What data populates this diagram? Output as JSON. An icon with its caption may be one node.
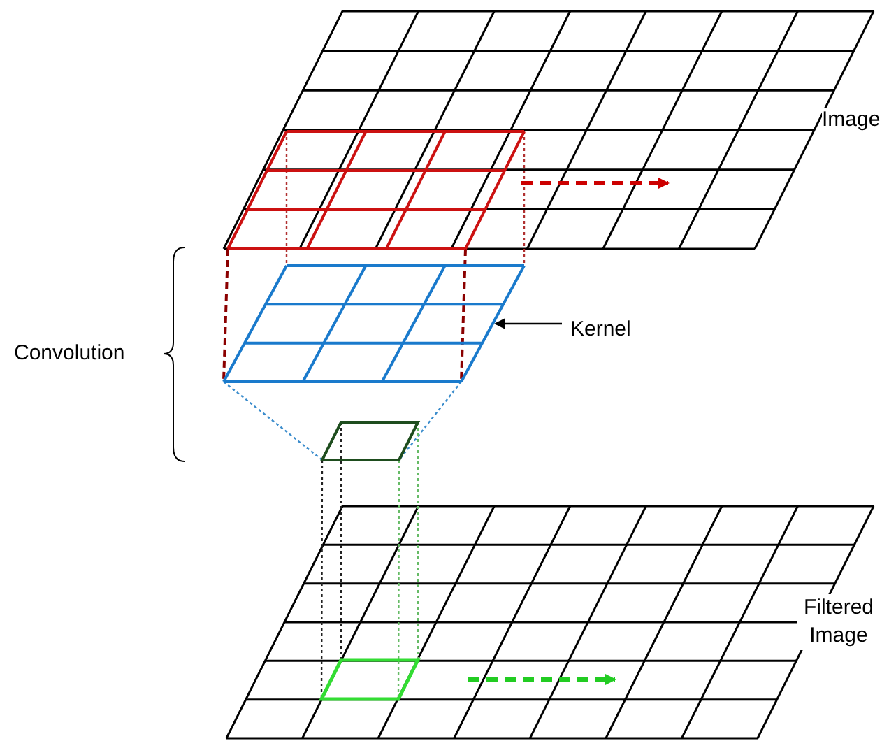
{
  "diagram": {
    "nodes": [
      {
        "text": [],
        "shape": "grid"
      },
      {
        "text": [
          "Kernel"
        ]
      },
      {
        "text": [],
        "shape": "grid"
      },
      {
        "text": [],
        "shape": "box"
      },
      {
        "text": [],
        "shape": "box"
      }
    ],
    "edges": [
      {
        "from": 0,
        "to": 2,
        "arrow": "none",
        "style": "dashed",
        "color": "#b03030"
      },
      {
        "from": 0,
        "to": 2,
        "arrow": "none",
        "style": "dashed",
        "color": "#b03030"
      },
      {
        "from": 0,
        "to": 2,
        "arrow": "none",
        "style": "dashed",
        "color": "#8b0000"
      },
      {
        "from": 0,
        "to": 2,
        "arrow": "none",
        "style": "dashed",
        "color": "#8b0000"
      },
      {
        "from": 1,
        "to": 2,
        "arrow": "to",
        "color": "#000000"
      },
      {
        "from": 2,
        "to": 3,
        "arrow": "none",
        "style": "dashed",
        "color": "#3a8ccc"
      },
      {
        "from": 2,
        "to": 3,
        "arrow": "none",
        "style": "dashed",
        "color": "#3a8ccc"
      },
      {
        "from": 3,
        "to": 4,
        "arrow": "none",
        "style": "dashed",
        "color": "#222222"
      },
      {
        "from": 3,
        "to": 4,
        "arrow": "none",
        "style": "dashed",
        "color": "#66bb66"
      },
      {
        "from": 3,
        "to": 4,
        "arrow": "none",
        "style": "dashed",
        "color": "#222222"
      },
      {
        "from": 3,
        "to": 4,
        "arrow": "none",
        "style": "dashed",
        "color": "#66bb66"
      }
    ],
    "labels": [
      "Image",
      "Convolution",
      "Filtered Image"
    ]
  }
}
